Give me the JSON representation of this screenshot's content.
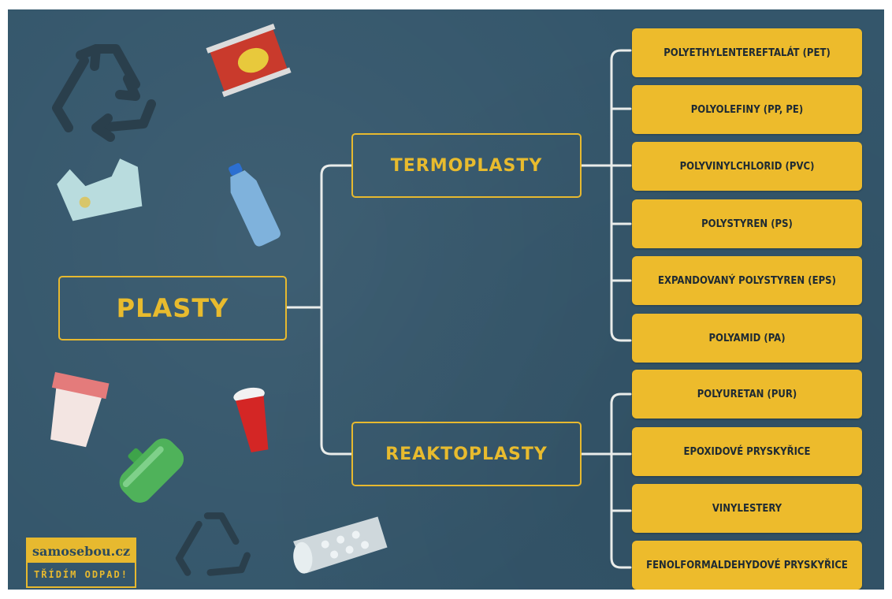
{
  "root": {
    "label": "PLASTY"
  },
  "branches": [
    {
      "label": "TERMOPLASTY",
      "items": [
        "POLYETHYLENTEREFTALÁT (PET)",
        "POLYOLEFINY (PP, PE)",
        "POLYVINYLCHLORID (PVC)",
        "POLYSTYREN (PS)",
        "EXPANDOVANÝ POLYSTYREN (EPS)",
        "POLYAMID (PA)"
      ]
    },
    {
      "label": "REAKTOPLASTY",
      "items": [
        "POLYURETAN (PUR)",
        "EPOXIDOVÉ PRYSKYŘICE",
        "VINYLESTERY",
        "FENOLFORMALDEHYDOVÉ PRYSKYŘICE"
      ]
    }
  ],
  "logo": {
    "site": "samosebou.cz",
    "tagline": "TŘÍDÍM ODPAD!"
  },
  "colors": {
    "background": "#34566b",
    "accent": "#e7b92f",
    "connector": "#e9ecea"
  },
  "decorations": [
    "recycle-icon",
    "chip-bag-icon",
    "plastic-bag-icon",
    "water-bottle-icon",
    "yogurt-cup-icon",
    "red-cup-icon",
    "green-bottle-icon",
    "bubble-wrap-icon"
  ]
}
